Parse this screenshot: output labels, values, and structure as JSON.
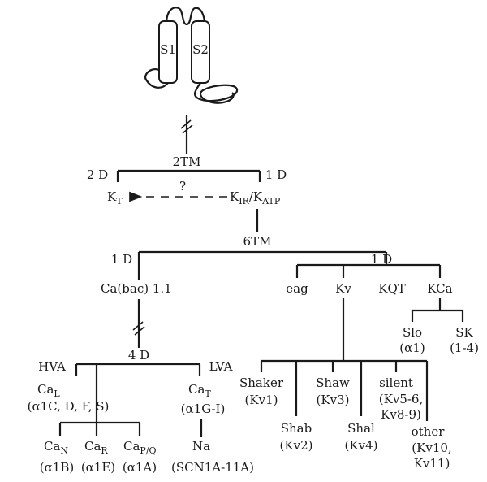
{
  "membrane_icon": {
    "segments": [
      "S1",
      "S2"
    ]
  },
  "two_tm": {
    "title": "2TM",
    "left_domain": "2 D",
    "right_domain": "1 D",
    "kt": {
      "base": "K",
      "sub": "T"
    },
    "unknown_link": "?",
    "kir": {
      "base": "K",
      "sub": "IR",
      "sep": "/",
      "base2": "K",
      "sub2": "ATP"
    }
  },
  "six_tm": {
    "title": "6TM",
    "left_domain": "1 D",
    "right_domain": "1 D"
  },
  "left_branch": {
    "cabac": "Ca(bac)  1.1",
    "four_d": "4 D",
    "hva": "HVA",
    "lva": "LVA",
    "cal": {
      "base": "Ca",
      "sub": "L",
      "note": "(α1C, D, F, S)"
    },
    "cat": {
      "base": "Ca",
      "sub": "T",
      "note": "(α1G-I)"
    },
    "can": {
      "base": "Ca",
      "sub": "N",
      "note": "(α1B)"
    },
    "car": {
      "base": "Ca",
      "sub": "R",
      "note": "(α1E)"
    },
    "capq": {
      "base": "Ca",
      "sub": "P/Q",
      "note": "(α1A)"
    },
    "na": {
      "name": "Na",
      "note": "(SCN1A-11A)"
    }
  },
  "right_branch": {
    "families": [
      "eag",
      "Kv",
      "KQT",
      "KCa"
    ],
    "kca_children": [
      {
        "name": "Slo",
        "note": "(α1)"
      },
      {
        "name": "SK",
        "note": "(1-4)"
      }
    ],
    "kv_children": [
      {
        "name": "Shaker",
        "note": "(Kv1)"
      },
      {
        "name": "Shab",
        "note": "(Kv2)"
      },
      {
        "name": "Shaw",
        "note": "(Kv3)"
      },
      {
        "name": "Shal",
        "note": "(Kv4)"
      },
      {
        "name": "silent",
        "note1": "(Kv5-6,",
        "note2": "Kv8-9)"
      },
      {
        "name": "other",
        "note1": "(Kv10,",
        "note2": "Kv11)"
      }
    ]
  }
}
